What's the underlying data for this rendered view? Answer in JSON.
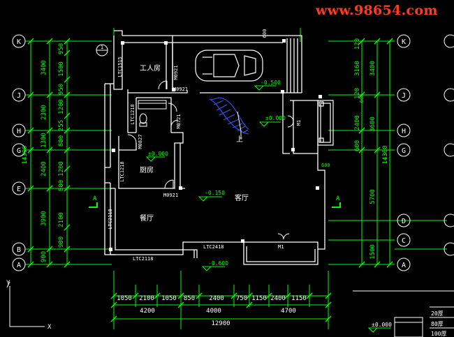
{
  "watermark": "www.98654.com",
  "grid_axes": {
    "left": [
      "K",
      "J",
      "H",
      "G",
      "E",
      "B",
      "A"
    ],
    "right": [
      "K",
      "J",
      "H",
      "G",
      "D",
      "C",
      "A"
    ],
    "inner_top": "1"
  },
  "dims_left_outer": [
    "3400",
    "2300",
    "1300",
    "2400",
    "3900",
    "900"
  ],
  "dims_left_inner": [
    "950",
    "1500",
    "950",
    "1200",
    "255",
    "800",
    "1200",
    "800",
    "2100",
    "900"
  ],
  "dims_left_total": "14300",
  "dims_right_inner": [
    "120",
    "3160",
    "120",
    "2400",
    "600",
    "5700",
    "1500"
  ],
  "dims_right_outer": [
    "3400",
    "3600"
  ],
  "dims_right_total": "14300",
  "dims_bottom_inner": [
    "1050",
    "2100",
    "1050",
    "850",
    "2400",
    "750",
    "1150",
    "2400",
    "1150"
  ],
  "dims_bottom_mid": [
    "4200",
    "4000",
    "4700"
  ],
  "dims_bottom_total": "12900",
  "room_labels": {
    "worker": "工人房",
    "kitchen": "厨房",
    "living": "客厅",
    "dining": "餐厅",
    "up": "上"
  },
  "window_door_labels": {
    "ltc1515": "LTC1515",
    "ltc1218": "LTC1218",
    "ltc1218b": "LTC1218",
    "ltc2118_left": "LTC2118",
    "ltc2118_bottom": "LTC2118",
    "ltc2418": "LTC2418",
    "m0921a": "M0921",
    "m0921b": "M0921",
    "m0721": "M0721",
    "m0921c": "M0921",
    "m0827": "M0827",
    "m1a": "M1",
    "m1b": "M1",
    "d600": "600",
    "d600b": "600",
    "d600c": "600"
  },
  "levels": {
    "garage": "-0.500",
    "hall": "±0.000",
    "kitchen": "±0.000",
    "living_step": "-0.150",
    "entrance": "-0.600",
    "legend_level": "±0.000"
  },
  "section_marks": [
    "A",
    "A"
  ],
  "legend_right": [
    "20厚",
    "80厚",
    "100厚"
  ],
  "colors": {
    "background": "#000000",
    "wall": "#ffffff",
    "axis": "#00ff00",
    "dimension": "#00ff00",
    "text": "#ffffff",
    "axis_bubble": "#ffffff",
    "stair": "#3355ff",
    "watermark": "#ff3b1f"
  }
}
